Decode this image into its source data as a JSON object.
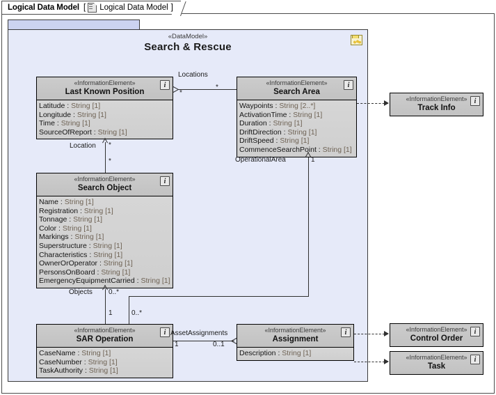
{
  "window": {
    "title_strong": "Logical Data Model",
    "bracket_open": "[",
    "diagram_icon": "document-icon",
    "title_plain": "Logical Data Model",
    "bracket_close": "]"
  },
  "package": {
    "stereotype": "«DataModel»",
    "name": "Search & Rescue",
    "icon": "package-folder-icon"
  },
  "classes": [
    {
      "id": "last-known-position",
      "stereotype": "«InformationElement»",
      "name": "Last Known Position",
      "badge": "i",
      "attributes": [
        {
          "name": "Latitude",
          "type": "String [1]"
        },
        {
          "name": "Longitude",
          "type": "String [1]"
        },
        {
          "name": "Time",
          "type": "String [1]"
        },
        {
          "name": "SourceOfReport",
          "type": "String [1]"
        }
      ]
    },
    {
      "id": "search-area",
      "stereotype": "«InformationElement»",
      "name": "Search Area",
      "badge": "i",
      "attributes": [
        {
          "name": "Waypoints",
          "type": "String [2..*]"
        },
        {
          "name": "ActivationTime",
          "type": "String [1]"
        },
        {
          "name": "Duration",
          "type": "String [1]"
        },
        {
          "name": "DriftDirection",
          "type": "String [1]"
        },
        {
          "name": "DriftSpeed",
          "type": "String [1]"
        },
        {
          "name": "CommenceSearchPoint",
          "type": "String [1]"
        }
      ]
    },
    {
      "id": "search-object",
      "stereotype": "«InformationElement»",
      "name": "Search Object",
      "badge": "i",
      "attributes": [
        {
          "name": "Name",
          "type": "String [1]"
        },
        {
          "name": "Registration",
          "type": "String [1]"
        },
        {
          "name": "Tonnage",
          "type": "String [1]"
        },
        {
          "name": "Color",
          "type": "String [1]"
        },
        {
          "name": "Markings",
          "type": "String [1]"
        },
        {
          "name": "Superstructure",
          "type": "String [1]"
        },
        {
          "name": "Characteristics",
          "type": "String [1]"
        },
        {
          "name": "OwnerOrOperator",
          "type": "String [1]"
        },
        {
          "name": "PersonsOnBoard",
          "type": "String [1]"
        },
        {
          "name": "EmergencyEquipmentCarried",
          "type": "String [1]"
        }
      ]
    },
    {
      "id": "sar-operation",
      "stereotype": "«InformationElement»",
      "name": "SAR Operation",
      "badge": "i",
      "attributes": [
        {
          "name": "CaseName",
          "type": "String [1]"
        },
        {
          "name": "CaseNumber",
          "type": "String [1]"
        },
        {
          "name": "TaskAuthority",
          "type": "String [1]"
        }
      ]
    },
    {
      "id": "assignment",
      "stereotype": "«InformationElement»",
      "name": "Assignment",
      "badge": "i",
      "attributes": [
        {
          "name": "Description",
          "type": "String [1]"
        }
      ]
    },
    {
      "id": "track-info",
      "stereotype": "«InformationElement»",
      "name": "Track Info",
      "badge": "i",
      "attributes": []
    },
    {
      "id": "control-order",
      "stereotype": "«InformationElement»",
      "name": "Control Order",
      "badge": "i",
      "attributes": []
    },
    {
      "id": "task",
      "stereotype": "«InformationElement»",
      "name": "Task",
      "badge": "i",
      "attributes": []
    }
  ],
  "associations": [
    {
      "id": "locations",
      "label": "Locations",
      "source_mult": "*",
      "target_mult": "*"
    },
    {
      "id": "location",
      "label": "Location",
      "source_mult": "*",
      "target_mult": "*"
    },
    {
      "id": "operational-area",
      "label": "OperationalArea",
      "source_mult": "1",
      "target_mult": "0..*"
    },
    {
      "id": "objects",
      "label": "Objects",
      "source_mult": "0..*",
      "target_mult": "1"
    },
    {
      "id": "asset-assignments",
      "label": "AssetAssignments",
      "source_mult": "1",
      "target_mult": "0..1"
    }
  ],
  "multiplicities": {
    "locations_left": "*",
    "locations_right": "*",
    "location_top": "*",
    "location_bottom": "*",
    "operational_area": "1",
    "objects_top": "0..*",
    "objects_bottom": "1",
    "searcharea_from_sar": "0..*",
    "asset_left": "1",
    "asset_right": "0..1"
  },
  "colors": {
    "package_fill": "#e6eaf9",
    "class_header": "#c6c6c6",
    "class_body": "#d3d3d3",
    "attr_type": "#6f6355",
    "line": "#303030",
    "tab_fill": "#ccd3f0"
  }
}
